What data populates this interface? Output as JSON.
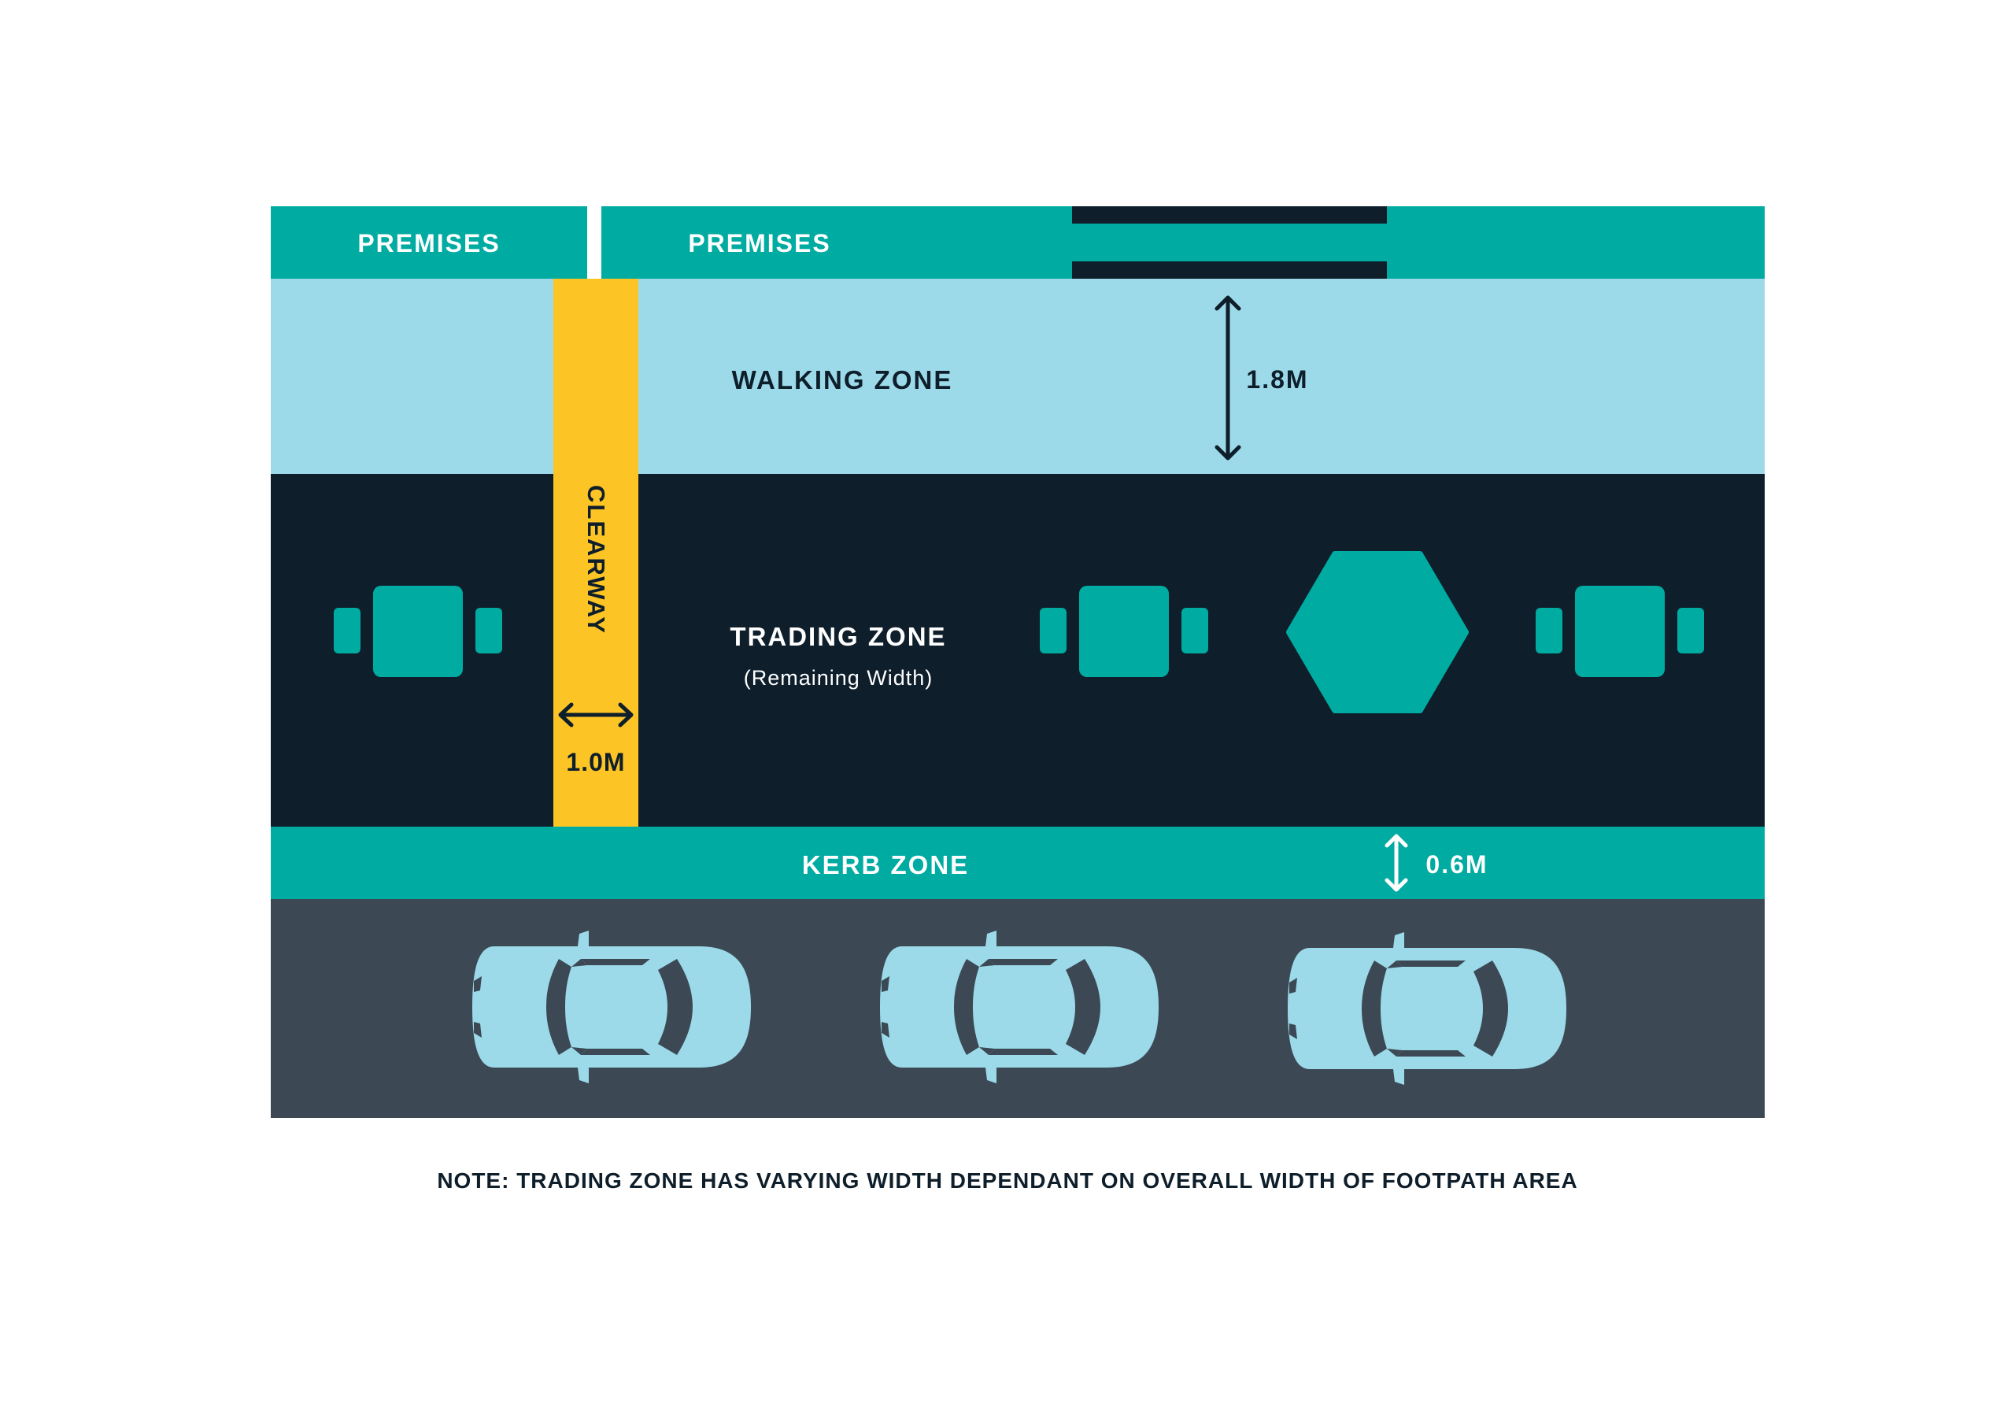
{
  "labels": {
    "premises_left": "PREMISES",
    "premises_right": "PREMISES",
    "walking_zone": "WALKING ZONE",
    "walking_width": "1.8M",
    "clearway": "CLEARWAY",
    "clearway_width": "1.0M",
    "trading_zone": "TRADING ZONE",
    "trading_sub": "(Remaining Width)",
    "kerb_zone": "KERB ZONE",
    "kerb_width": "0.6M",
    "note": "NOTE: TRADING ZONE HAS VARYING WIDTH DEPENDANT ON OVERALL WIDTH OF FOOTPATH AREA"
  },
  "colors": {
    "premises": "#00aba2",
    "walking_zone": "#9cdae9",
    "trading_zone": "#0e1e2b",
    "clearway": "#fdc426",
    "kerb_zone": "#00aba2",
    "road": "#3c4955",
    "car": "#9cdae9",
    "furniture": "#00aba2"
  },
  "icons": [
    "table-set-icon",
    "hexagon-table-icon",
    "car-icon",
    "double-arrow-icon"
  ]
}
